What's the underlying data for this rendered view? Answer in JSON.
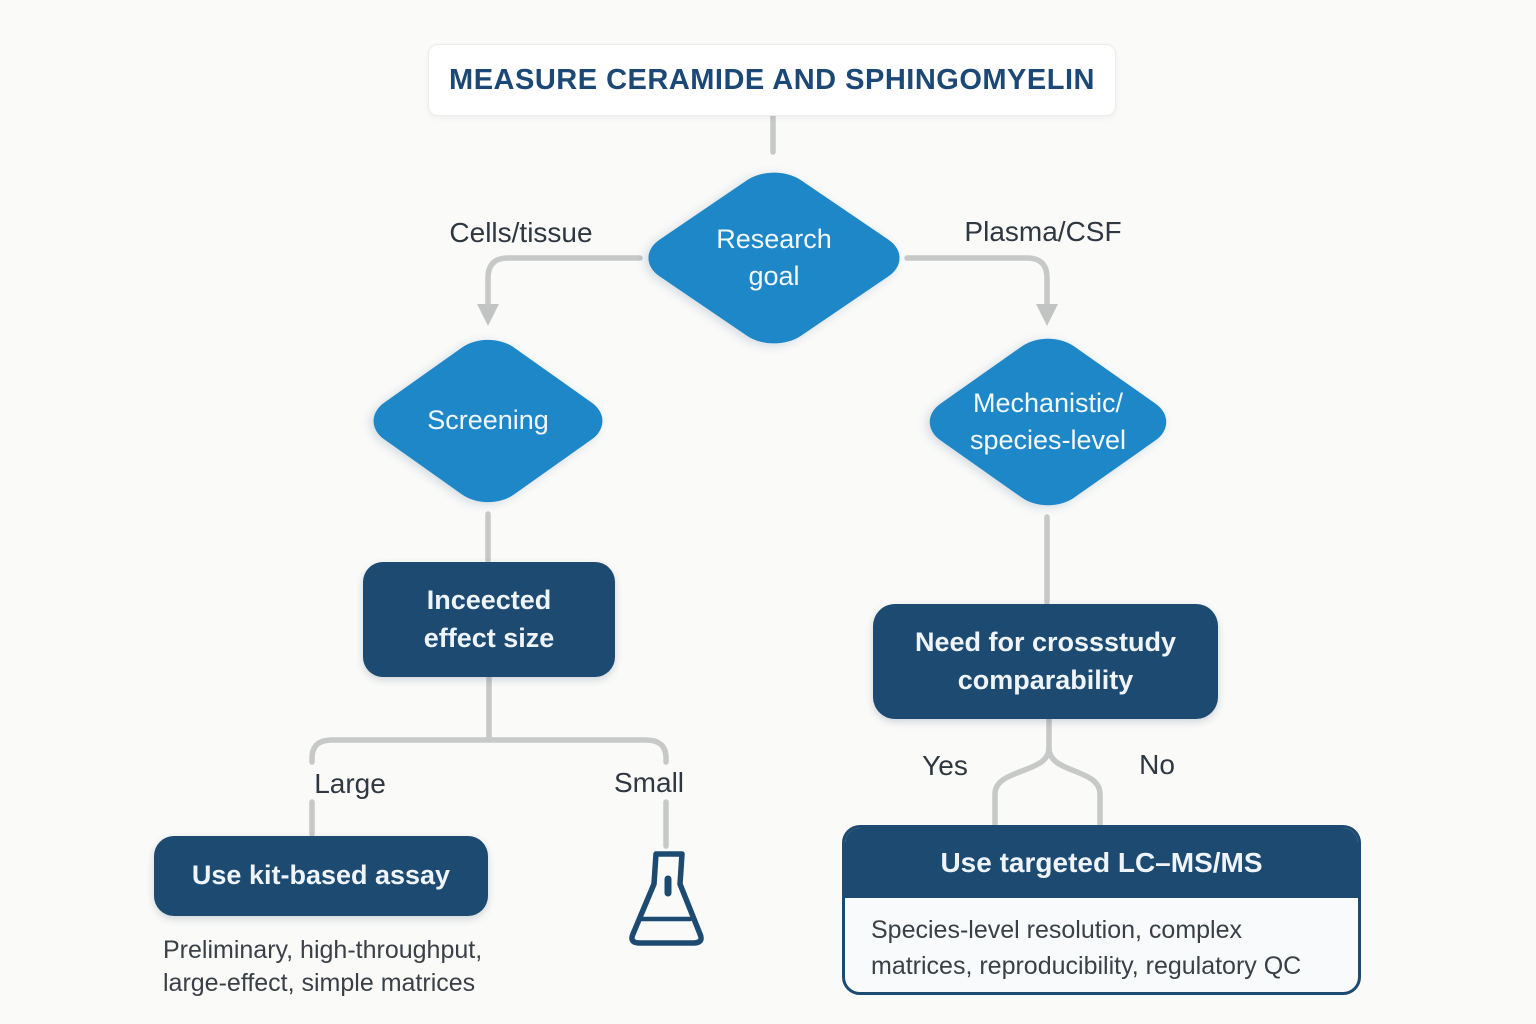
{
  "title": "MEASURE CERAMIDE AND SPHINGOMYELIN",
  "nodes": {
    "research_goal": "Research\ngoal",
    "screening": "Screening",
    "mechanistic": "Mechanistic/\nspecies-level",
    "effect_size": "Inceected\neffect size",
    "cross_study": "Need for crossstudy\ncomparability",
    "kit_assay": "Use kit-based assay",
    "kit_assay_note": "Preliminary, high-throughput,\nlarge-effect, simple matrices",
    "targeted_lcms": "Use targeted LC–MS/MS",
    "targeted_lcms_note": "Species-level resolution, complex\nmatrices, reproducibility, regulatory QC"
  },
  "edge_labels": {
    "cells_tissue": "Cells/tissue",
    "plasma_csf": "Plasma/CSF",
    "large": "Large",
    "small": "Small",
    "yes": "Yes",
    "no": "No"
  },
  "icons": {
    "flask": "erlenmeyer-flask-icon",
    "arrowheads": "arrow-down-icon"
  },
  "colors": {
    "background": "#fafaf9",
    "accent_blue": "#1e87c8",
    "navy": "#1c4a71",
    "connector_gray": "#c7c8c8",
    "title_text": "#1c4876",
    "label_text": "#2f3740",
    "note_text": "#3a4046",
    "node_text": "#ffffff"
  }
}
